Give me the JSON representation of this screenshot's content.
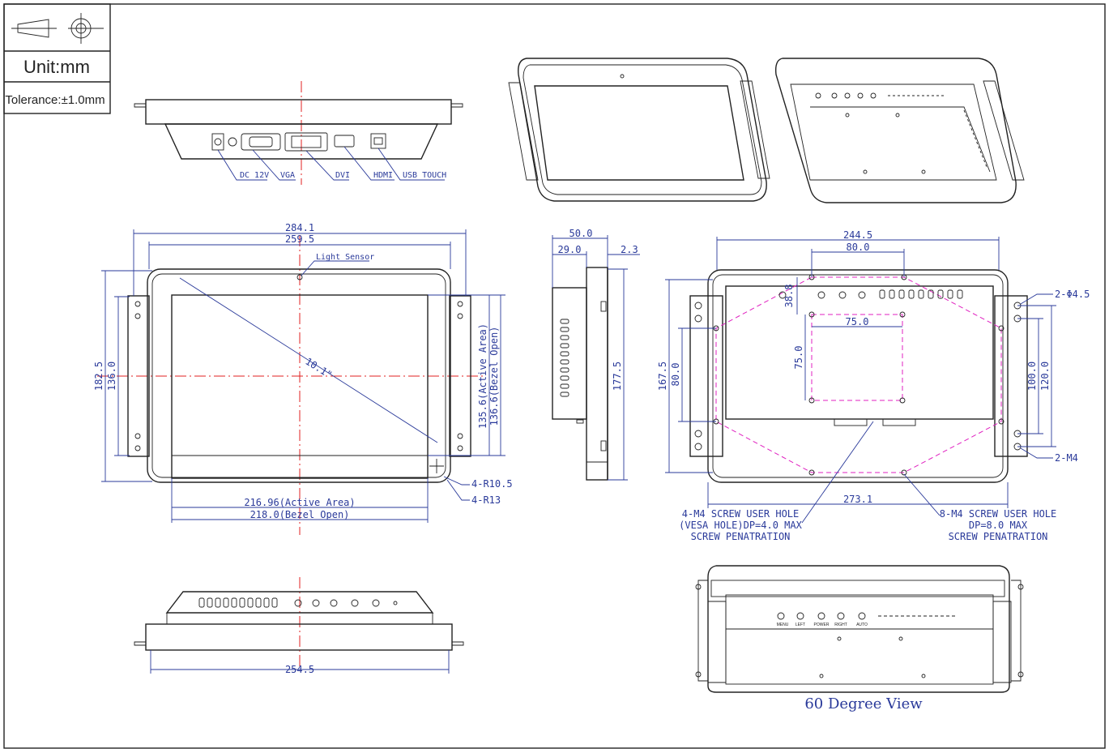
{
  "title_block": {
    "unit": "Unit:mm",
    "tolerance": "Tolerance:±1.0mm"
  },
  "ports": {
    "dc": "DC 12V",
    "vga": "VGA",
    "dvi": "DVI",
    "hdmi": "HDMI",
    "usb": "USB TOUCH"
  },
  "front_view": {
    "width_overall": "284.1",
    "width_bracket": "259.5",
    "light_sensor": "Light Sensor",
    "diagonal": "10.1\"",
    "height_overall": "182.5",
    "height_inner": "136.0",
    "active_v": "135.6(Active Area)",
    "bezel_v": "136.6(Bezel Open)",
    "active_h": "216.96(Active Area)",
    "bezel_h": "218.0(Bezel Open)",
    "r105": "4-R10.5",
    "r13": "4-R13"
  },
  "side_view": {
    "depth": "50.0",
    "depth_inner": "29.0",
    "bezel_thk": "2.3",
    "height": "177.5"
  },
  "rear_view": {
    "width": "244.5",
    "vesa_top": "80.0",
    "vesa_75": "75.0",
    "offset_38": "38.8",
    "vesa_75_v": "75.0",
    "height": "167.5",
    "left_80": "80.0",
    "hole_45": "2-Φ4.5",
    "right_100": "100.0",
    "right_120": "120.0",
    "m4_2": "2-M4",
    "bottom": "273.1",
    "note_vesa": [
      "4-M4 SCREW USER HOLE",
      "(VESA HOLE)DP=4.0 MAX",
      "SCREW PENATRATION"
    ],
    "note_8m4": [
      "8-M4  SCREW USER HOLE",
      "DP=8.0 MAX",
      "SCREW PENATRATION"
    ]
  },
  "bottom_view": {
    "width": "254.5"
  },
  "buttons": {
    "menu": "MENU",
    "left": "LEFT",
    "power": "POWER",
    "right": "RIGHT",
    "auto": "AUTO"
  },
  "view_label": "60 Degree View"
}
